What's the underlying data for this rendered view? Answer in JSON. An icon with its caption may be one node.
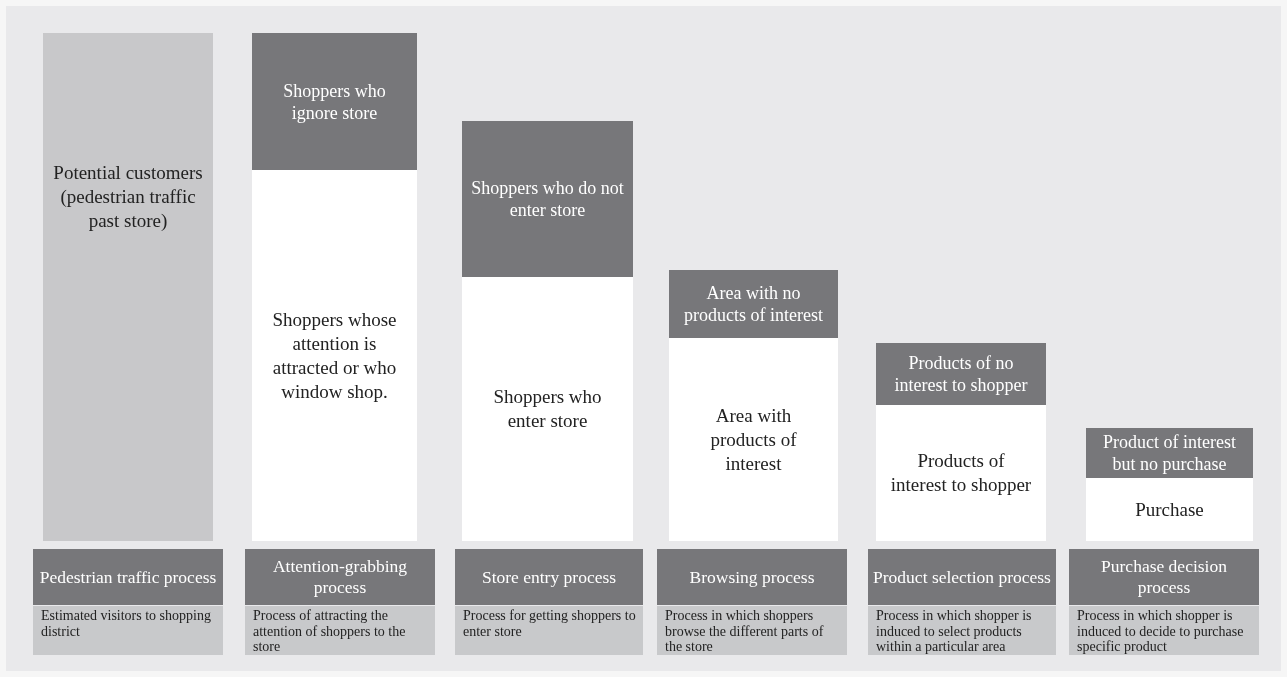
{
  "diagram": {
    "nodes": [
      {
        "text": [
          "Potential customers (pedestrian traffic past store)"
        ]
      },
      {
        "text": [
          "Pedestrian traffic process"
        ]
      },
      {
        "text": [
          "Estimated visitors to shopping district"
        ]
      },
      {
        "text": [
          "Shoppers who ignore store"
        ]
      },
      {
        "text": [
          "Shoppers whose attention is attracted or who window shop."
        ]
      },
      {
        "text": [
          "Attention-grabbing process"
        ]
      },
      {
        "text": [
          "Process of attracting the attention of shoppers to the store"
        ]
      },
      {
        "text": [
          "Shoppers who do not enter store"
        ]
      },
      {
        "text": [
          "Shoppers who enter store"
        ]
      },
      {
        "text": [
          "Store entry process"
        ]
      },
      {
        "text": [
          "Process for getting shoppers to enter store"
        ]
      },
      {
        "text": [
          "Area with no products of interest"
        ]
      },
      {
        "text": [
          "Area with products of interest"
        ]
      },
      {
        "text": [
          "Browsing process"
        ]
      },
      {
        "text": [
          "Process in which shoppers browse the different parts of the store"
        ]
      },
      {
        "text": [
          "Products of no interest to shopper"
        ]
      },
      {
        "text": [
          "Products of interest to shopper"
        ]
      },
      {
        "text": [
          "Product selection process"
        ]
      },
      {
        "text": [
          "Process in which shopper is induced to select products within a particular area"
        ]
      },
      {
        "text": [
          "Product of interest but no purchase"
        ]
      },
      {
        "text": [
          "Purchase"
        ]
      },
      {
        "text": [
          "Purchase decision process"
        ]
      },
      {
        "text": [
          "Process in which shopper is induced to decide to purchase specific product"
        ]
      }
    ]
  }
}
